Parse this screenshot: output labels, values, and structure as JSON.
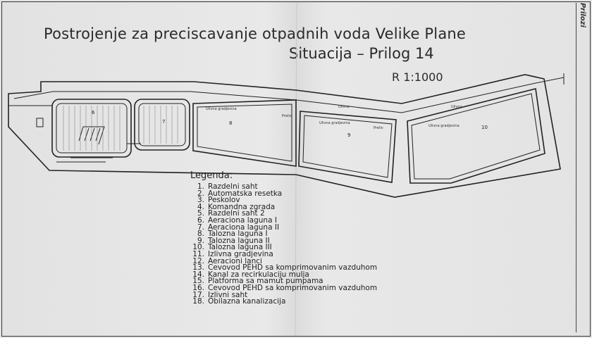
{
  "title": {
    "line1": "Postrojenje za preciscavanje otpadnih voda Velike Plane",
    "line2": "Situacija   – Prilog 14",
    "scale": "R 1:1000"
  },
  "side_label": "Prilozi",
  "drawing": {
    "lagoon_numbers": [
      "6",
      "7",
      "8",
      "9",
      "10"
    ],
    "labels": {
      "inlet": "Ulivna gradjevina",
      "ulivna": "Ulivna",
      "preliv": "Preliv"
    }
  },
  "legend": {
    "heading": "Legenda:",
    "items": [
      {
        "n": "1.",
        "text": "Razdelni saht"
      },
      {
        "n": "2.",
        "text": "Automatska resetka"
      },
      {
        "n": "3.",
        "text": "Peskolov"
      },
      {
        "n": "4.",
        "text": "Komandna zgrada"
      },
      {
        "n": "5.",
        "text": "Razdelni saht 2"
      },
      {
        "n": "6.",
        "text": "Aeraciona laguna I"
      },
      {
        "n": "7.",
        "text": "Aeraciona laguna II"
      },
      {
        "n": "8.",
        "text": "Talozna laguna I"
      },
      {
        "n": "9.",
        "text": "Talozna laguna II"
      },
      {
        "n": "10.",
        "text": "Talozna laguna III"
      },
      {
        "n": "11.",
        "text": "Izlivna gradjevina"
      },
      {
        "n": "12.",
        "text": "Aeracioni lanci"
      },
      {
        "n": "13.",
        "text": "Cevovod PEHD sa komprimovanim vazduhom"
      },
      {
        "n": "14.",
        "text": "Kanal za recirkulaciju mulja"
      },
      {
        "n": "15.",
        "text": "Platforma sa mamut pumpama"
      },
      {
        "n": "16.",
        "text": "Cevovod PEHD sa komprimovanim vazduhom"
      },
      {
        "n": "17.",
        "text": "Izlivni saht"
      },
      {
        "n": "18.",
        "text": "Obilazna kanalizacija"
      }
    ]
  }
}
